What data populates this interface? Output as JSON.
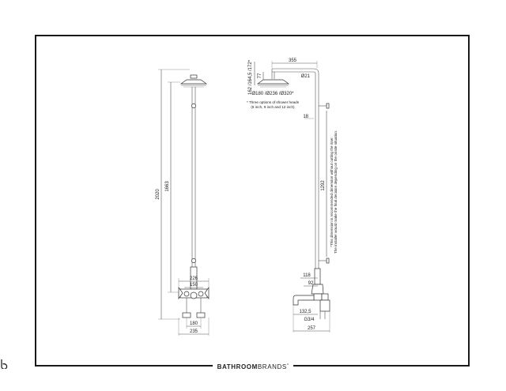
{
  "brand": {
    "bold": "BATHROOM",
    "light": "BRANDS",
    "mark": "°"
  },
  "front": {
    "total_height": "2020",
    "riser_height": "1663",
    "outer_width_top": "226",
    "inner_width_top": "150",
    "centers": "180",
    "overall_width": "235"
  },
  "side": {
    "arm_length": "355",
    "head_heights": "162 /164,5 /172*",
    "head_drop": "77",
    "pipe_dia": "Ø21",
    "head_diameters": "Ø180 /Ø236 /Ø320*",
    "note_line1": "* Three options of shower heads",
    "note_line2": "(8 inch, 9 inch and 12 inch)",
    "offset": "18",
    "adjust_length": "1292",
    "adjust_note_line1": "*This dimension is recommended dimension without cutting the riser.",
    "adjust_note_line2": "The installer would make the final decision depending on the onsite situation.",
    "mixer_depth": "118",
    "mixer_center": "92",
    "spout_reach": "132,5",
    "thread": "G3/4",
    "overall_depth": "257"
  }
}
